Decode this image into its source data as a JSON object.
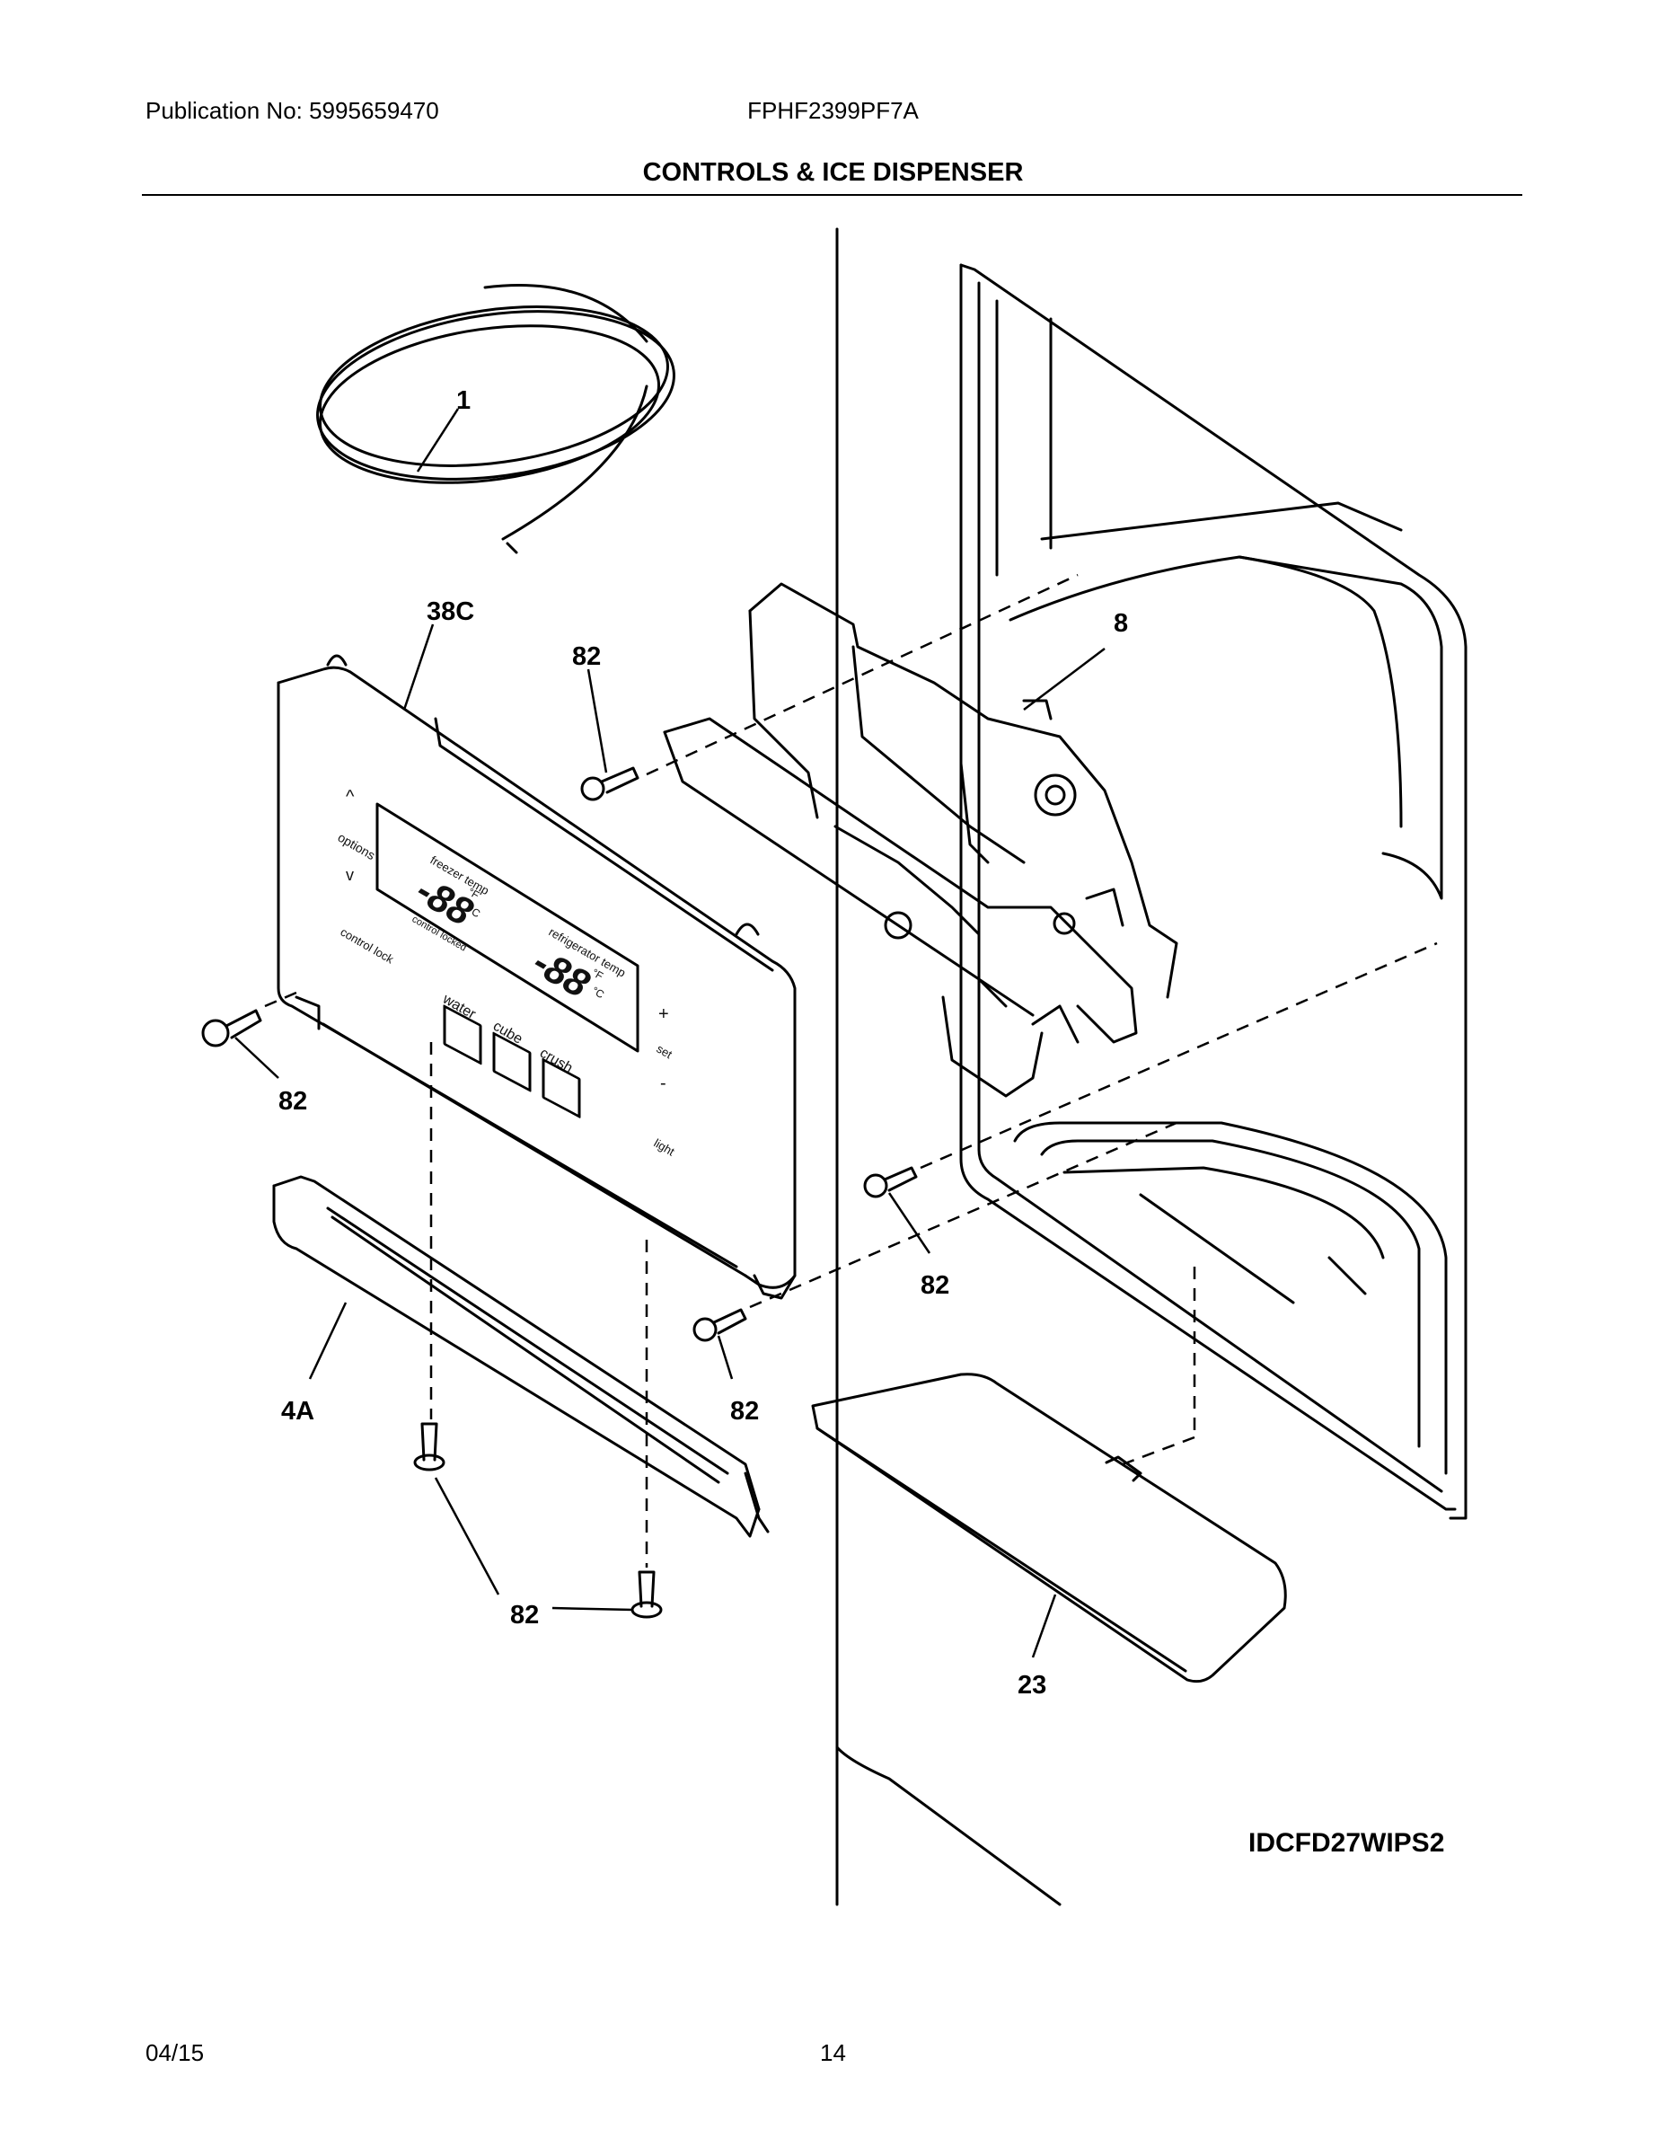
{
  "header": {
    "publication": "Publication No: 5995659470",
    "model": "FPHF2399PF7A",
    "section_title": "CONTROLS & ICE DISPENSER"
  },
  "callouts": {
    "tubing": "1",
    "control_panel": "38C",
    "screw_a": "82",
    "dispenser_assembly": "8",
    "screw_b": "82",
    "screw_c": "82",
    "screw_d": "82",
    "trim": "4A",
    "screw_e": "82",
    "drip_tray": "23"
  },
  "panel_labels": {
    "up": "^",
    "options": "options",
    "down": "v",
    "control_lock": "control lock",
    "freezer_temp": "freezer temp",
    "refrigerator_temp": "refrigerator temp",
    "display_digits": "-88",
    "unit_f": "°F",
    "unit_c": "°C",
    "control_locked": "control locked",
    "water": "water",
    "cube": "cube",
    "crush": "crush",
    "plus": "+",
    "set": "set",
    "minus": "-",
    "light": "light"
  },
  "footer": {
    "diagram_id": "IDCFD27WIPS2",
    "date": "04/15",
    "page": "14"
  }
}
